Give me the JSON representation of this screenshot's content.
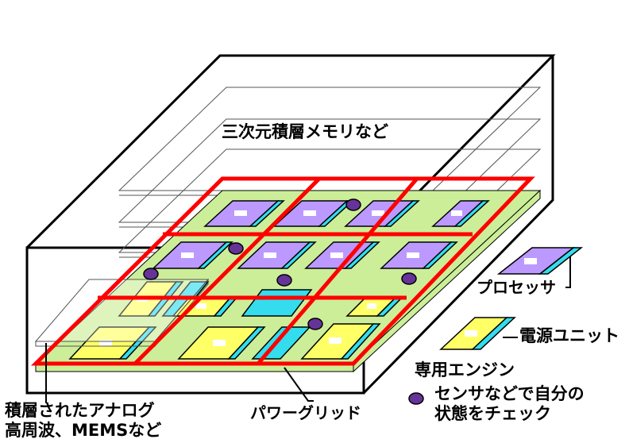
{
  "labels": {
    "memory": "三次元積層メモリなど",
    "processor": "プロセッサ",
    "power_unit": "電源ユニット",
    "engine": "専用エンジン",
    "sensor_line1": "センサなどで自分の",
    "sensor_line2": "状態をチェック",
    "analog_line1": "積層されたアナログ",
    "analog_line2": "高周波、MEMSなど",
    "power_grid": "パワーグリッド"
  },
  "colors": {
    "grid_red": "#ff0000",
    "board_green": "#ccee99",
    "processor_purple": "#bb99ff",
    "power_yellow": "#ffff66",
    "power_cyan": "#33ddee",
    "sensor_purple": "#663399"
  }
}
